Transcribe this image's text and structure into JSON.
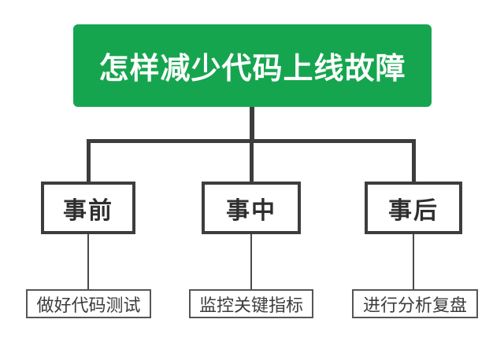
{
  "diagram": {
    "type": "tree",
    "root": {
      "label": "怎样减少代码上线故障",
      "fill_color": "#16A54F",
      "text_color": "#FFFFFF"
    },
    "branches": [
      {
        "label": "事前",
        "leaf": "做好代码测试"
      },
      {
        "label": "事中",
        "leaf": "监控关键指标"
      },
      {
        "label": "事后",
        "leaf": "进行分析复盘"
      }
    ],
    "styles": {
      "background_color": "#FFFFFF",
      "connector_color": "#3D3D3D",
      "thin_connector_color": "#4A4A4A",
      "branch_border_color": "#3D3D3D",
      "branch_text_color": "#2E2E2E",
      "leaf_border_color": "#565656",
      "leaf_text_color": "#3C3C3C"
    }
  }
}
